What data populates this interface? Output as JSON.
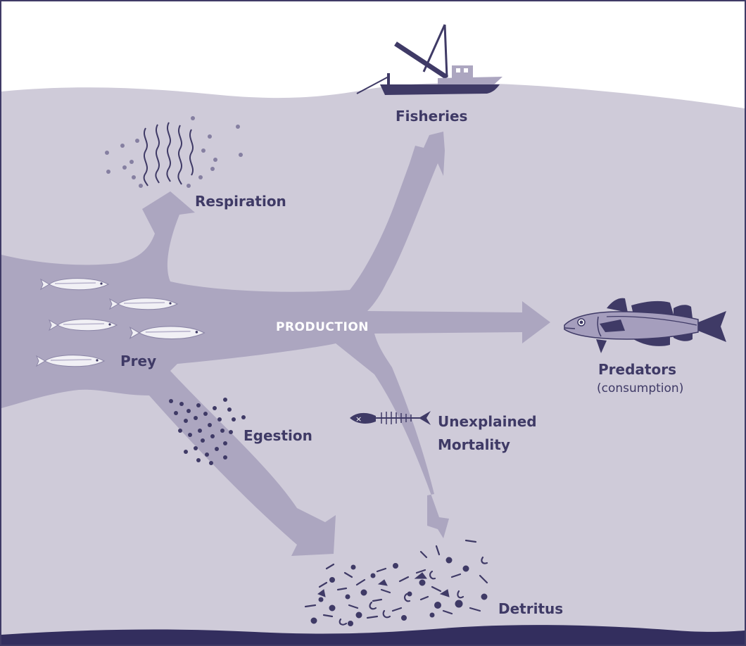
{
  "labels": {
    "fisheries": "Fisheries",
    "respiration": "Respiration",
    "production": "PRODUCTION",
    "prey": "Prey",
    "predators": "Predators",
    "predators_note": "(consumption)",
    "egestion": "Egestion",
    "unexplained_line1": "Unexplained",
    "unexplained_line2": "Mortality",
    "detritus": "Detritus"
  },
  "colors": {
    "sky": "#ffffff",
    "water": "#cfcbd9",
    "flow": "#aca6c0",
    "ink": "#3f3a66",
    "seabed": "#332e5e",
    "fish_body": "#f1f0f5",
    "predator_body": "#a59ebd"
  },
  "icons": [
    "fishing-boat-icon",
    "respiration-bubbles-icon",
    "prey-fish-icon",
    "predator-fish-icon",
    "fish-skeleton-icon",
    "egestion-dots-icon",
    "detritus-icon"
  ]
}
